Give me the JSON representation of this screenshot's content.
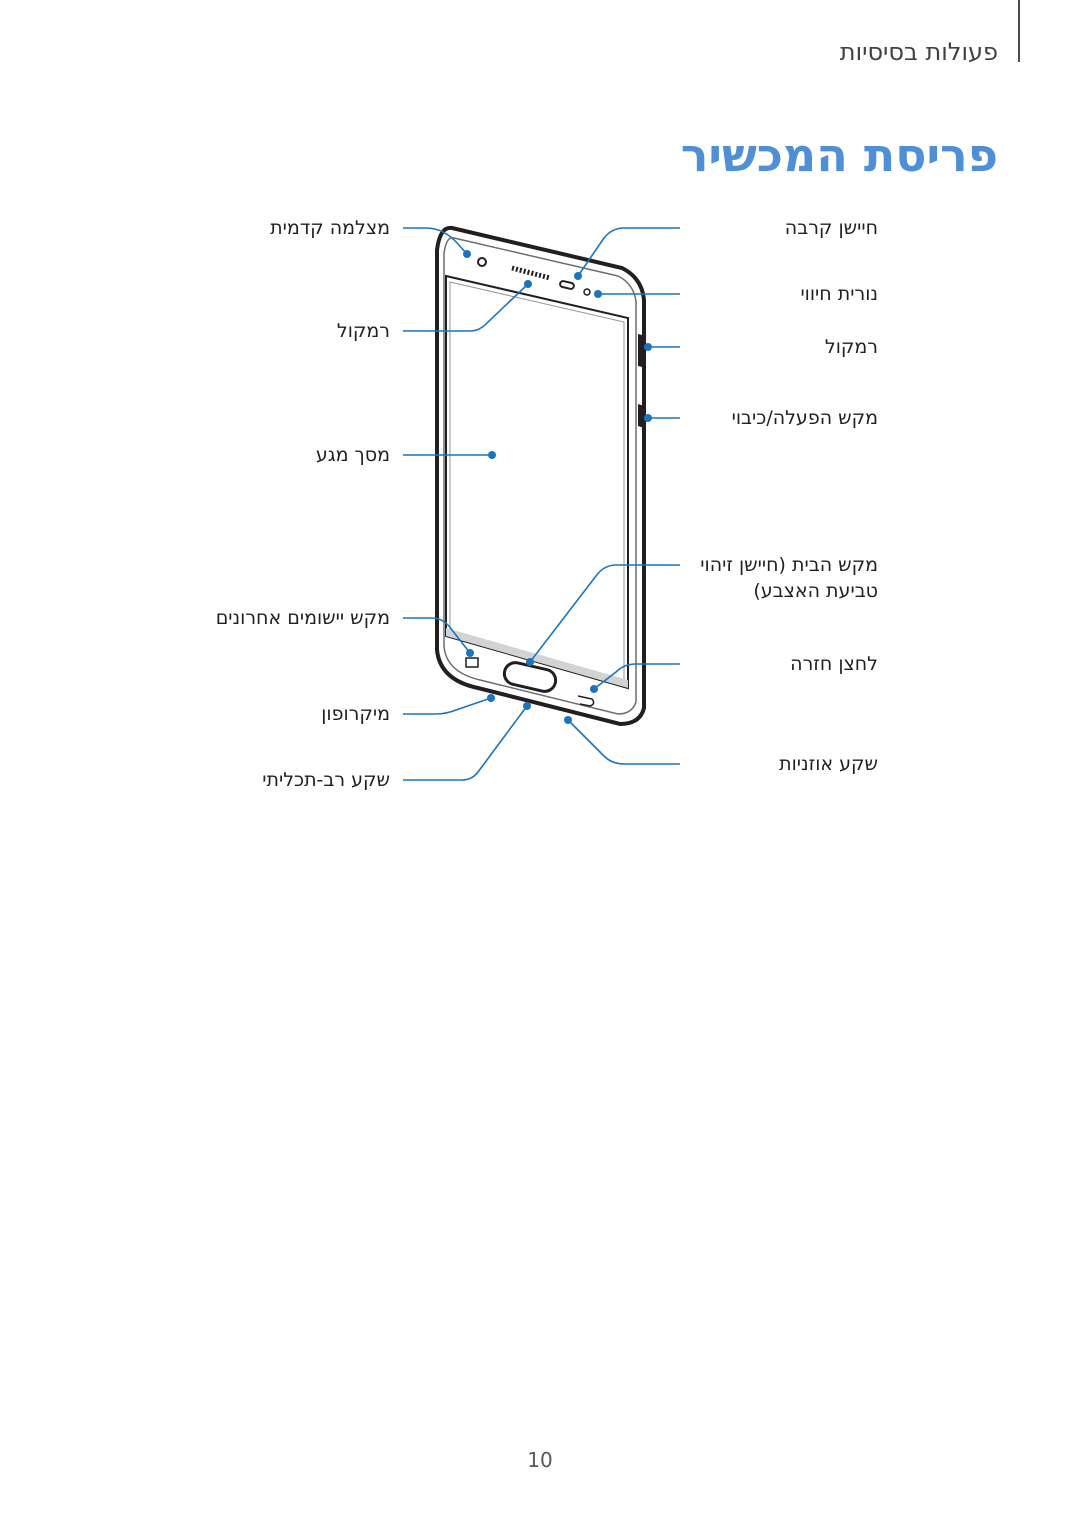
{
  "header": {
    "section": "פעולות בסיסיות",
    "title": "פריסת המכשיר"
  },
  "callouts": {
    "front_camera": "מצלמה קדמית",
    "speaker_left": "רמקול",
    "touch_screen": "מסך מגע",
    "recent_apps": "מקש יישומים אחרונים",
    "microphone": "מיקרופון",
    "multipurpose_jack": "שקע רב-תכליתי",
    "proximity_sensor": "חיישן קרבה",
    "led": "נורית חיווי",
    "speaker_right": "רמקול",
    "power_key": "מקש הפעלה/כיבוי",
    "home_key_line1": "מקש הבית (חיישן זיהוי",
    "home_key_line2": "טביעת האצבע)",
    "back_key": "לחצן חזרה",
    "earphone_jack": "שקע אוזניות"
  },
  "accent_color": "#1b75bc",
  "page_number": "10"
}
